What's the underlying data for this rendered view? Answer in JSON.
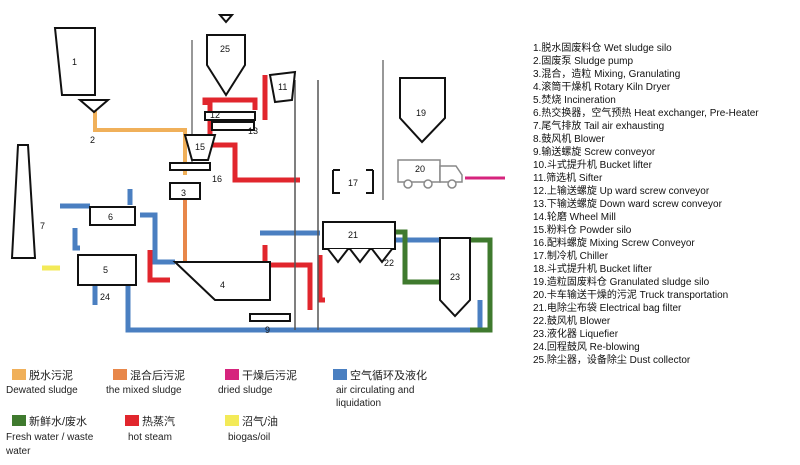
{
  "components": [
    {
      "num": "1",
      "label": "1.脱水固废料仓 Wet sludge silo"
    },
    {
      "num": "2",
      "label": "2.固废泵 Sludge pump"
    },
    {
      "num": "3",
      "label": "3.混合，造粒 Mixing, Granulating"
    },
    {
      "num": "4",
      "label": "4.滚筒干燥机 Rotary Kiln Dryer"
    },
    {
      "num": "5",
      "label": "5.焚烧 Incineration"
    },
    {
      "num": "6",
      "label": "6.热交换器，空气预热 Heat exchanger, Pre-Heater"
    },
    {
      "num": "7",
      "label": "7.尾气排放 Tail air exhausting"
    },
    {
      "num": "8",
      "label": "8.鼓风机 Blower"
    },
    {
      "num": "9",
      "label": "9.输送螺旋 Screw conveyor"
    },
    {
      "num": "10",
      "label": "10.斗式提升机 Bucket lifter"
    },
    {
      "num": "11",
      "label": "11.筛选机 Sifter"
    },
    {
      "num": "12",
      "label": "12.上输送螺旋 Up ward screw conveyor"
    },
    {
      "num": "13",
      "label": "13.下输送螺旋 Down ward screw conveyor"
    },
    {
      "num": "14",
      "label": "14.轮磨 Wheel Mill"
    },
    {
      "num": "15",
      "label": "15.粉料仓 Powder silo"
    },
    {
      "num": "16",
      "label": "16.配料螺旋 Mixing Screw Conveyor"
    },
    {
      "num": "17",
      "label": "17.制冷机 Chiller"
    },
    {
      "num": "18",
      "label": "18.斗式提升机 Bucket lifter"
    },
    {
      "num": "19",
      "label": "19.造粒固废料仓 Granulated sludge silo"
    },
    {
      "num": "20",
      "label": "20.卡车输送干燥的污泥 Truck transportation"
    },
    {
      "num": "21",
      "label": "21.电除尘布袋 Electrical bag filter"
    },
    {
      "num": "22",
      "label": "22.鼓风机 Blower"
    },
    {
      "num": "23",
      "label": "23.液化器 Liquefier"
    },
    {
      "num": "24",
      "label": "24.回程鼓风 Re-blowing"
    },
    {
      "num": "25",
      "label": "25.除尘器，设备除尘 Dust collector"
    }
  ],
  "legend": [
    {
      "zh": "脱水污泥",
      "en": "Dewated sludge",
      "color": "#f0b05a"
    },
    {
      "zh": "混合后污泥",
      "en": "the mixed sludge",
      "color": "#e8874a"
    },
    {
      "zh": "干燥后污泥",
      "en": "dried sludge",
      "color": "#d6247d"
    },
    {
      "zh": "空气循环及液化",
      "en": "air circulating and",
      "en2": "liquidation",
      "color": "#4a7fc1"
    },
    {
      "zh": "新鲜水/废水",
      "en": "Fresh water / waste",
      "en2": "water",
      "color": "#3f7a2e"
    },
    {
      "zh": "热蒸汽",
      "en": "hot steam",
      "color": "#e1262d"
    },
    {
      "zh": "沼气/油",
      "en": "biogas/oil",
      "color": "#f3ea58"
    }
  ],
  "colors": {
    "sludge": "#f0b05a",
    "mixed": "#e8874a",
    "dried": "#d6247d",
    "air": "#4a7fc1",
    "water": "#3f7a2e",
    "steam": "#e1262d",
    "biogas": "#f3ea58"
  }
}
